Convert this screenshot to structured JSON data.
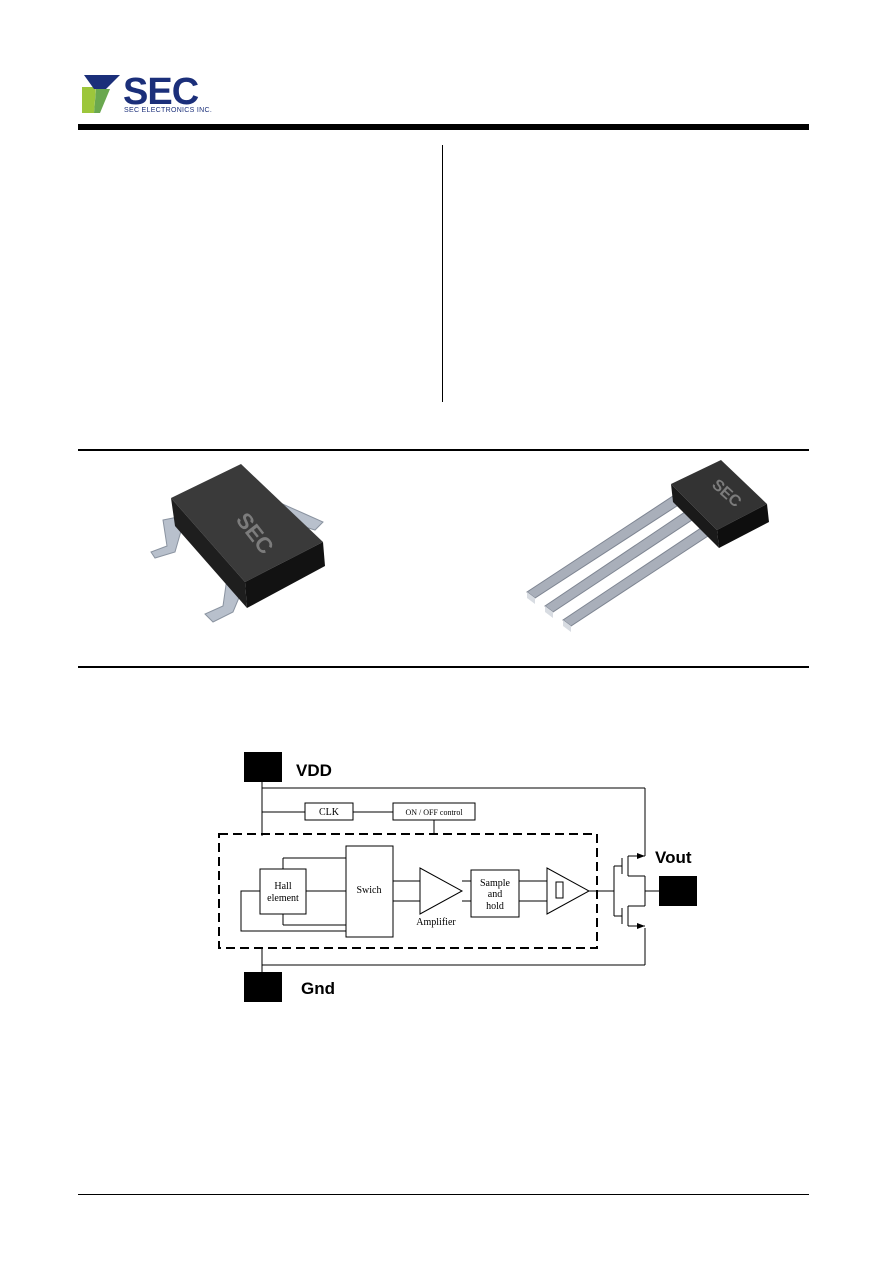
{
  "header": {
    "logo_text": "SEC",
    "logo_sub": "SEC ELECTRONICS INC."
  },
  "packages": {
    "sot_marking": "SEC",
    "to92_marking": "SEC"
  },
  "diagram": {
    "vdd": "VDD",
    "gnd": "Gnd",
    "vout": "Vout",
    "clk": "CLK",
    "onoff": "ON / OFF control",
    "hall_line1": "Hall",
    "hall_line2": "element",
    "switch": "Swich",
    "amplifier": "Amplifier",
    "sample_line1": "Sample",
    "sample_line2": "and",
    "sample_line3": "hold"
  }
}
